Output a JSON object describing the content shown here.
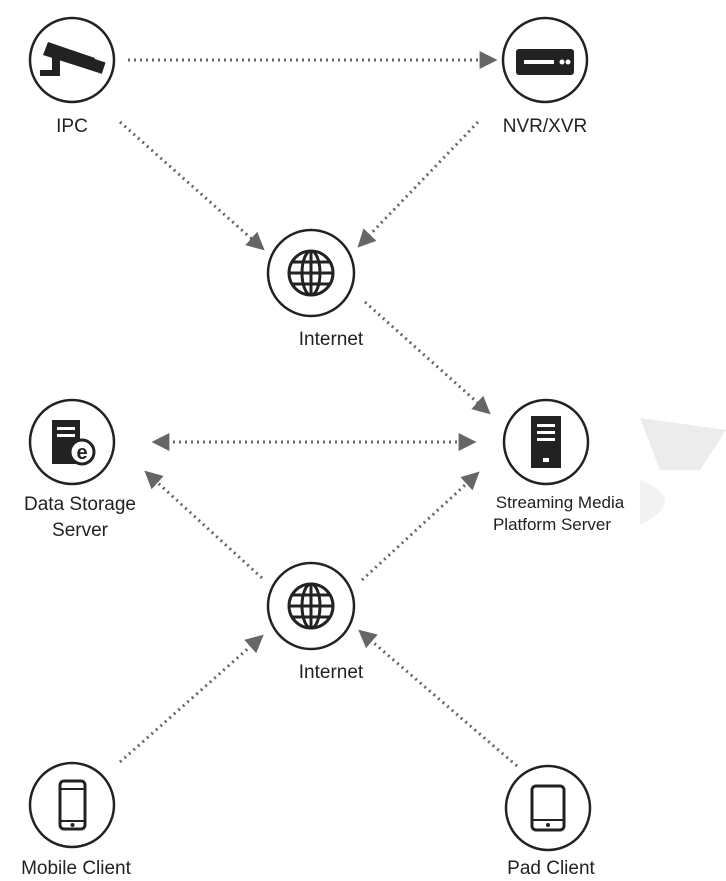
{
  "nodes": {
    "ipc": {
      "label": "IPC",
      "icon": "camera-icon"
    },
    "nvr": {
      "label": "NVR/XVR",
      "icon": "recorder-icon"
    },
    "internet_top": {
      "label": "Internet",
      "icon": "globe-icon"
    },
    "data_storage": {
      "label_line1": "Data Storage",
      "label_line2": "Server",
      "icon": "storage-server-icon"
    },
    "streaming": {
      "label_line1": "Streaming Media",
      "label_line2": "Platform Server",
      "icon": "server-icon"
    },
    "internet_bottom": {
      "label": "Internet",
      "icon": "globe-icon"
    },
    "mobile": {
      "label": "Mobile Client",
      "icon": "phone-icon"
    },
    "pad": {
      "label": "Pad Client",
      "icon": "tablet-icon"
    }
  },
  "edges": [
    {
      "from": "IPC",
      "to": "NVR/XVR"
    },
    {
      "from": "IPC",
      "to": "Internet (top)"
    },
    {
      "from": "NVR/XVR",
      "to": "Internet (top)"
    },
    {
      "from": "Internet (top)",
      "to": "Streaming Media Platform Server"
    },
    {
      "from": "Data Storage Server",
      "to": "Streaming Media Platform Server",
      "bidirectional": true
    },
    {
      "from": "Internet (bottom)",
      "to": "Data Storage Server"
    },
    {
      "from": "Internet (bottom)",
      "to": "Streaming Media Platform Server"
    },
    {
      "from": "Mobile Client",
      "to": "Internet (bottom)"
    },
    {
      "from": "Pad Client",
      "to": "Internet (bottom)"
    }
  ],
  "colors": {
    "edge": "#666666",
    "icon": "#222222",
    "background": "#ffffff",
    "watermark": "#ececec"
  }
}
